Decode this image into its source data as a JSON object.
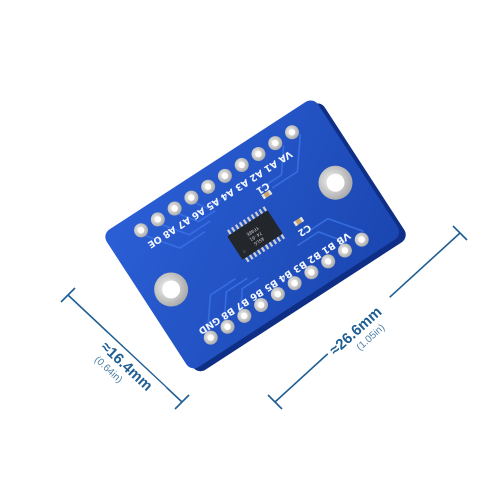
{
  "dimensions": {
    "width_main": "≈16.4mm",
    "width_sub": "(0.64in)",
    "length_main": "≈26.6mm",
    "length_sub": "(1.05in)"
  },
  "board": {
    "labels_top": "VA A1 A2 A3 A4 A5 A6 A7 A8 OE",
    "labels_bottom": "VB B1 B2 B3 B4 B5 B6 B7 B8 GND",
    "cap_label_1": "C1",
    "cap_label_2": "C2",
    "chip_line_1": "YF08E",
    "chip_line_2": "74-01",
    "chip_line_3": "ASLG"
  },
  "colors": {
    "pcb_blue": "#1d4fc4",
    "pcb_edge": "#0f2f86",
    "dimension_line": "#1f5e93",
    "pad_silver": "#d8d8d8"
  }
}
